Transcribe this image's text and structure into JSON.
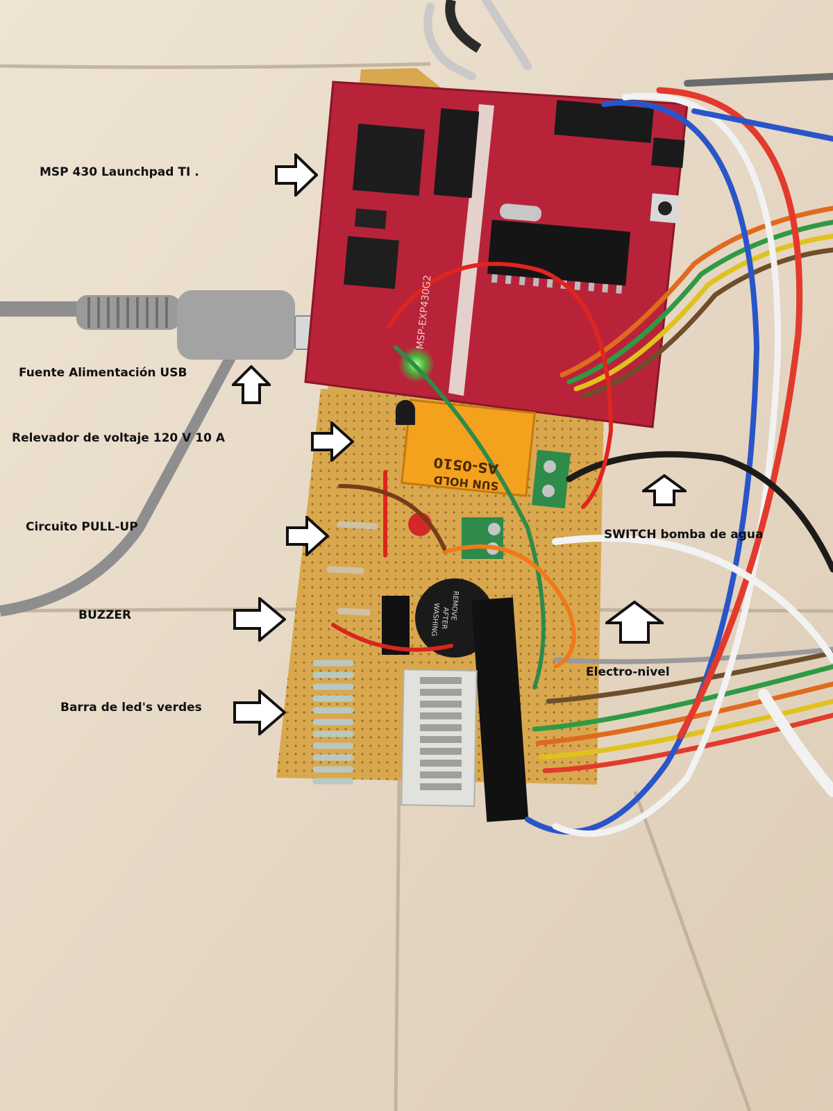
{
  "labels": {
    "msp430": "MSP 430 Launchpad TI .",
    "usb_power": "Fuente Alimentación USB",
    "relay": "Relevador de voltaje 120 V 10 A",
    "pullup": "Circuito PULL-UP",
    "buzzer": "BUZZER",
    "led_bar": "Barra de led's verdes",
    "pump_switch": "SWITCH bomba de agua",
    "electro_level": "Electro-nivel"
  },
  "board_text": {
    "relay_brand": "SUN HOLD",
    "relay_model": "AS-0510",
    "buzzer_line1": "REMOVE",
    "buzzer_line2": "AFTER",
    "buzzer_line3": "WASHING",
    "launchpad_text": "MSP-EXP430G2"
  },
  "colors": {
    "floor": "#e8dccb",
    "launchpad_red": "#b8233a",
    "perfboard": "#d9a84e",
    "relay_orange": "#f4a21e",
    "cable_gray": "#8e8e8e"
  }
}
